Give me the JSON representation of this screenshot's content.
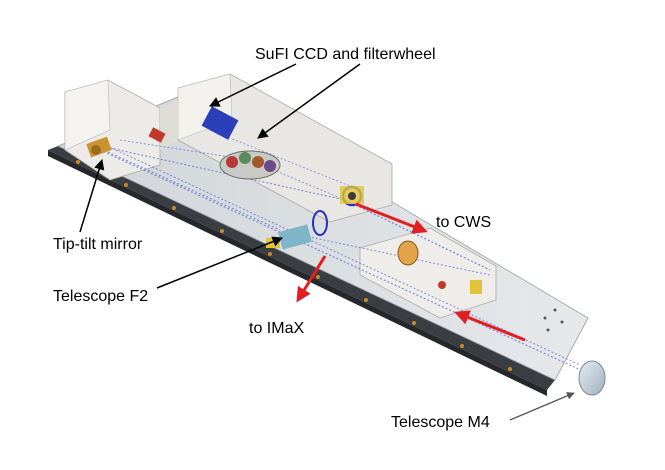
{
  "labels": {
    "sufi": "SuFI CCD and filterwheel",
    "tip_tilt": "Tip-tilt mirror",
    "telescope_f2": "Telescope F2",
    "to_cws": "to CWS",
    "to_imax": "to IMaX",
    "telescope_m4": "Telescope M4"
  },
  "colors": {
    "bench": "#3a3d42",
    "bench_top": "#d8dcdf",
    "housing": "#e9e8e4",
    "beam": "#2a3dd6",
    "red_arrow": "#e02020",
    "mirror": "#c8d4de"
  }
}
